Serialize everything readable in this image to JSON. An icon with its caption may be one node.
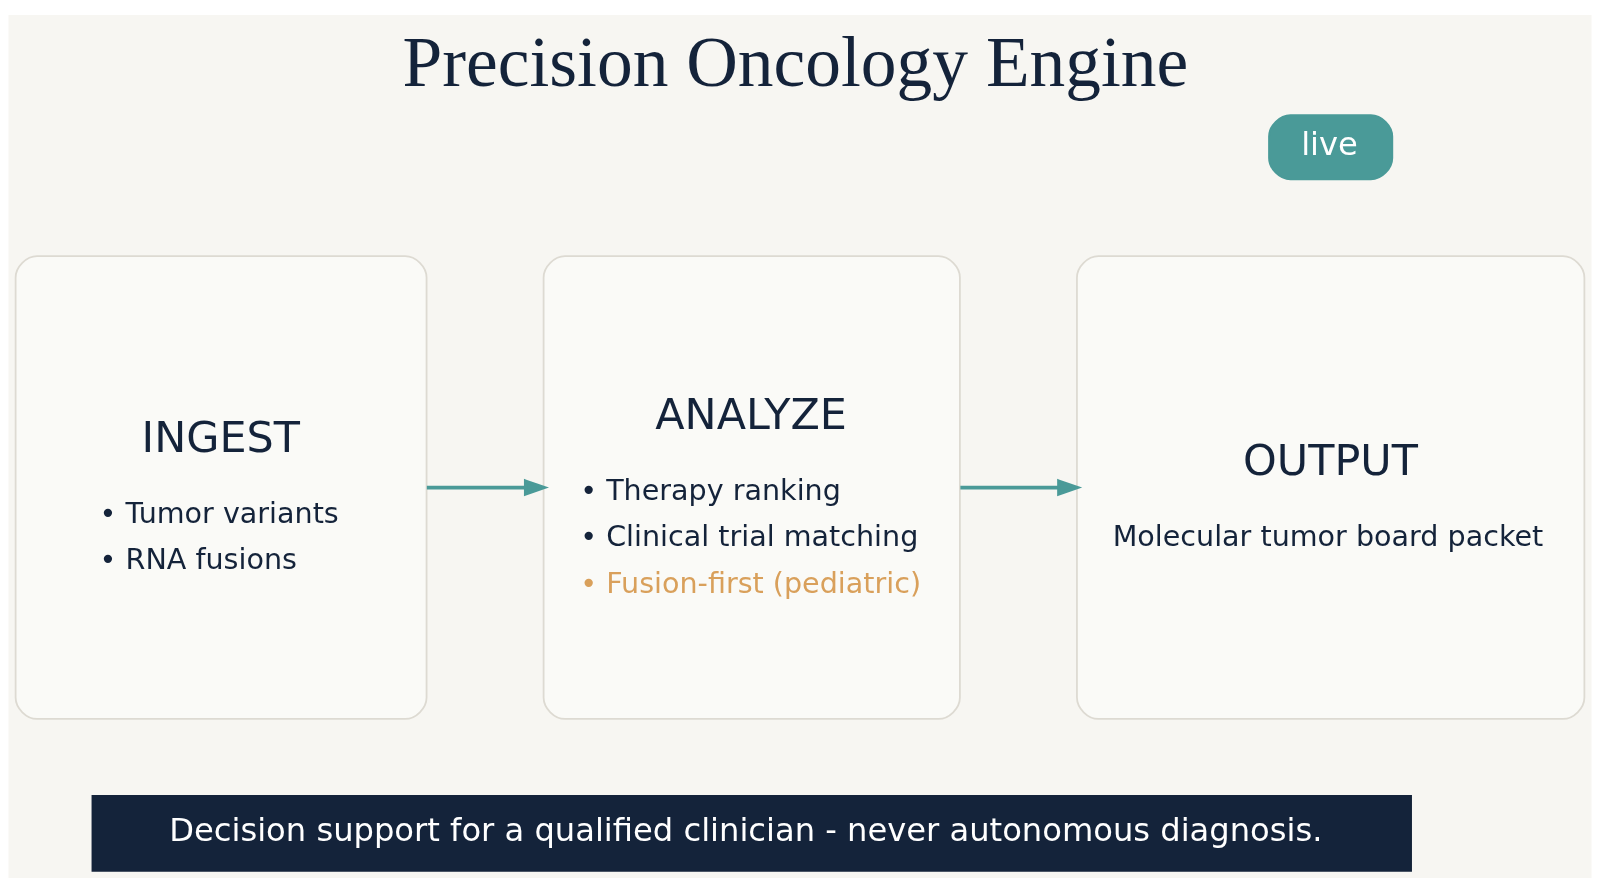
{
  "diagram": {
    "title": "Precision Oncology Engine",
    "caption": "Decision support for a qualified clinician - never autonomous diagnosis.",
    "nodes": [
      {
        "text": [
          "INGEST",
          "• Tumor variants",
          "• RNA fusions"
        ]
      },
      {
        "text": [
          "ANALYZE",
          "• Therapy ranking",
          "• Clinical trial matching",
          "• Fusion-first (pediatric)"
        ]
      },
      {
        "text": [
          "OUTPUT",
          "Molecular tumor board packet"
        ]
      },
      {
        "text": [
          "live"
        ]
      }
    ],
    "edges": [
      {
        "from": 0,
        "to": 1,
        "arrow": "to"
      },
      {
        "from": 1,
        "to": 2,
        "arrow": "to"
      }
    ]
  }
}
